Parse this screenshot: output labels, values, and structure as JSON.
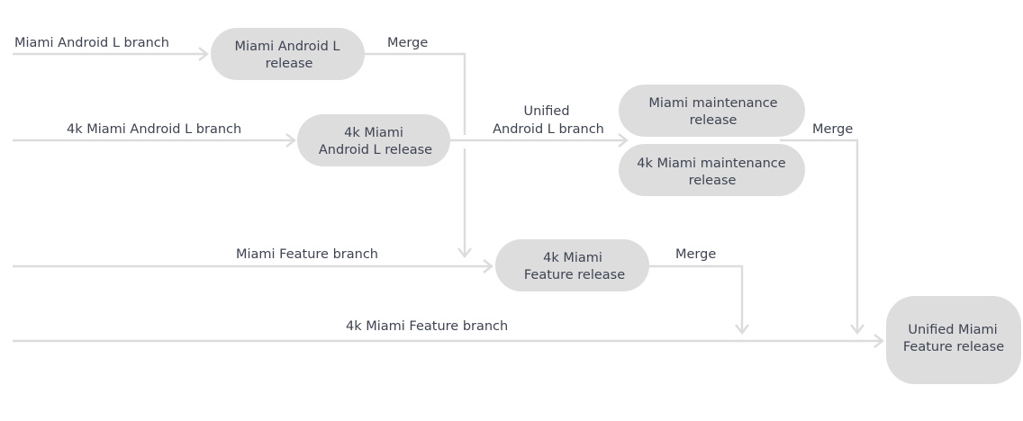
{
  "nodes": {
    "miami_android_l_release": {
      "line1": "Miami Android L",
      "line2": "release"
    },
    "k4_miami_android_l_release": {
      "line1": "4k Miami",
      "line2": "Android L release"
    },
    "miami_maintenance_release": {
      "line1": "Miami maintenance",
      "line2": "release"
    },
    "k4_miami_maintenance_release": {
      "line1": "4k Miami maintenance",
      "line2": "release"
    },
    "k4_miami_feature_release": {
      "line1": "4k Miami",
      "line2": "Feature release"
    },
    "unified_miami_feature_release": {
      "line1": "Unified Miami",
      "line2": "Feature release"
    }
  },
  "edge_labels": {
    "miami_android_l_branch": "Miami Android L branch",
    "k4_miami_android_l_branch": "4k Miami Android L branch",
    "miami_feature_branch": "Miami Feature branch",
    "k4_miami_feature_branch": "4k Miami Feature branch",
    "merge_top": "Merge",
    "merge_right": "Merge",
    "merge_feature": "Merge",
    "unified_line1": "Unified",
    "unified_line2": "Android L branch"
  },
  "colors": {
    "node_fill": "#dddddd",
    "line": "#dcdcdc",
    "text": "#3d4352"
  }
}
